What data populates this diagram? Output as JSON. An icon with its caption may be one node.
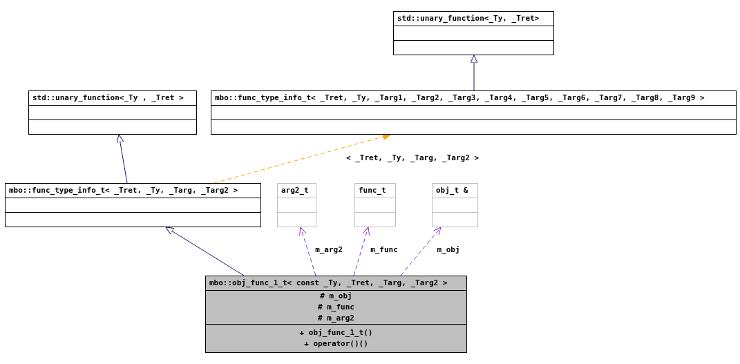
{
  "diagram": {
    "nodes": [
      {
        "text": [
          "std::unary_function<_Ty, _Tret>"
        ]
      },
      {
        "text": [
          "mbo::func_type_info_t< _Tret, _Ty, _Targ1, _Targ2, _Targ3, _Targ4, _Targ5, _Targ6, _Targ7, _Targ8, _Targ9 >"
        ]
      },
      {
        "text": [
          "std::unary_function<_Ty , _Tret >"
        ]
      },
      {
        "text": [
          "mbo::func_type_info_t< _Tret, _Ty, _Targ, _Targ2 >"
        ]
      },
      {
        "text": [
          "arg2_t"
        ]
      },
      {
        "text": [
          "func_t"
        ]
      },
      {
        "text": [
          "obj_t &"
        ]
      },
      {
        "text": [
          "mbo::obj_func_1_t< const _Ty, _Tret, _Targ, _Targ2 >",
          "# m_obj",
          "# m_func",
          "# m_arg2",
          "+ obj_func_1_t()",
          "+ operator()()"
        ]
      }
    ],
    "edges": [
      {
        "from": 1,
        "to": 0,
        "arrow": "to",
        "color": "#191970"
      },
      {
        "from": 3,
        "to": 2,
        "arrow": "to",
        "color": "#191970"
      },
      {
        "from": 3,
        "to": 1,
        "arrow": "to",
        "label": "< _Tret, _Ty, _Targ, _Targ2 >",
        "style": "dashed",
        "color": "#ffa500"
      },
      {
        "from": 7,
        "to": 3,
        "arrow": "to",
        "color": "#191970"
      },
      {
        "from": 7,
        "to": 4,
        "arrow": "to",
        "label": "m_arg2",
        "style": "dashed",
        "color": "#9a32cd"
      },
      {
        "from": 7,
        "to": 5,
        "arrow": "to",
        "label": "m_func",
        "style": "dashed",
        "color": "#9a32cd"
      },
      {
        "from": 7,
        "to": 6,
        "arrow": "to",
        "label": "m_obj",
        "style": "dashed",
        "color": "#9a32cd"
      }
    ]
  }
}
